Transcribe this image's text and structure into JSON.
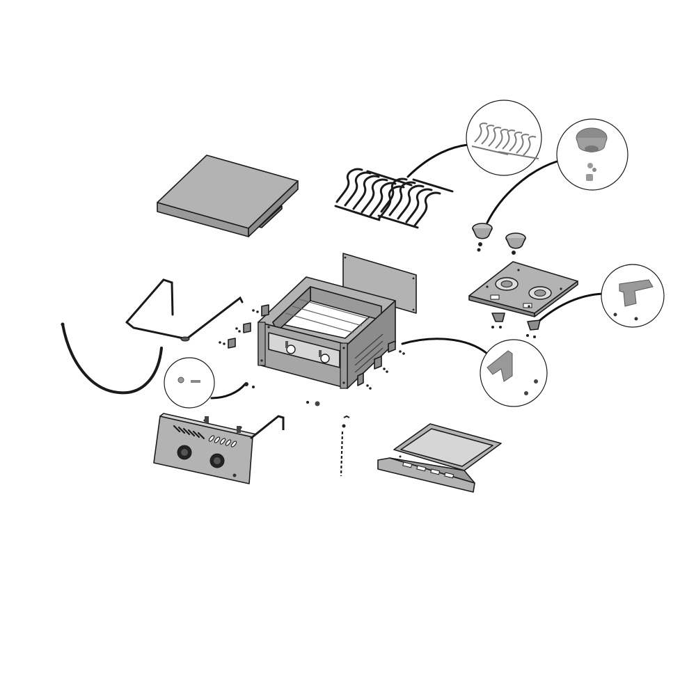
{
  "diagram": {
    "kind": "exploded-parts-view",
    "parts": [
      "griddle-lid",
      "cooking-grates",
      "burner-heads",
      "burner-tray",
      "firebox",
      "rear-panel",
      "support-frame",
      "gas-hose",
      "control-panel",
      "drip-tray",
      "ignitor-rod",
      "mounting-brackets"
    ],
    "callouts": [
      "grates-detail",
      "burner-detail",
      "tray-bracket-detail",
      "side-bracket-detail",
      "hose-fitting-detail"
    ],
    "colors": {
      "part_fill": "#b3b3b3",
      "part_dark": "#8c8c8c",
      "part_light": "#d6d6d6",
      "outline": "#1a1a1a",
      "background": "#ffffff"
    }
  }
}
